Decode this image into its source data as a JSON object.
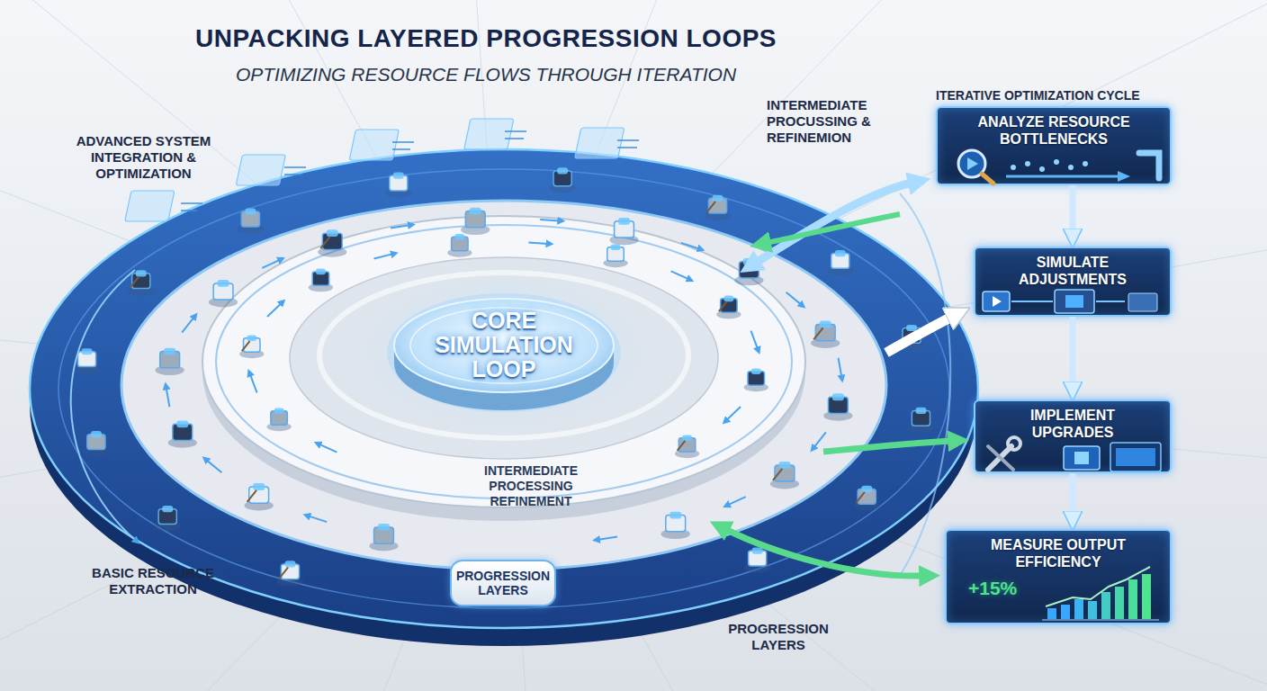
{
  "diagram": {
    "title": "UNPACKING LAYERED PROGRESSION LOOPS",
    "nodes": [
      {
        "text": [
          "CORE SIMULATION LOOP"
        ]
      },
      {
        "text": [
          "PROGRESSION LAYERS"
        ]
      },
      {
        "text": [
          "ANALYZE RESOURCE BOTTLENECKS"
        ]
      },
      {
        "text": [
          "SIMULATE ADJUSTMENTS"
        ]
      },
      {
        "text": [
          "IMPLEMENT UPGRADES"
        ]
      },
      {
        "text": [
          "MEASURE OUTPUT EFFICIENCY",
          "+15%"
        ]
      }
    ],
    "edges": [
      {
        "from": 2,
        "to": 3,
        "arrow": "to"
      },
      {
        "from": 3,
        "to": 4,
        "arrow": "to"
      },
      {
        "from": 4,
        "to": 5,
        "arrow": "to"
      }
    ],
    "labels": [
      "OPTIMIZING RESOURCE FLOWS THROUGH ITERATION",
      "ADVANCED SYSTEM INTEGRATION & OPTIMIZATION",
      "INTERMEDIATE PROCUSSING & REFINEMION",
      "ITERATIVE OPTIMIZATION CYCLE",
      "INTERMEDIATE PROCESSING REFINEMENT",
      "BASIC RESOURCE EXTRACTION",
      "PROGRESSION LAYERS"
    ]
  }
}
